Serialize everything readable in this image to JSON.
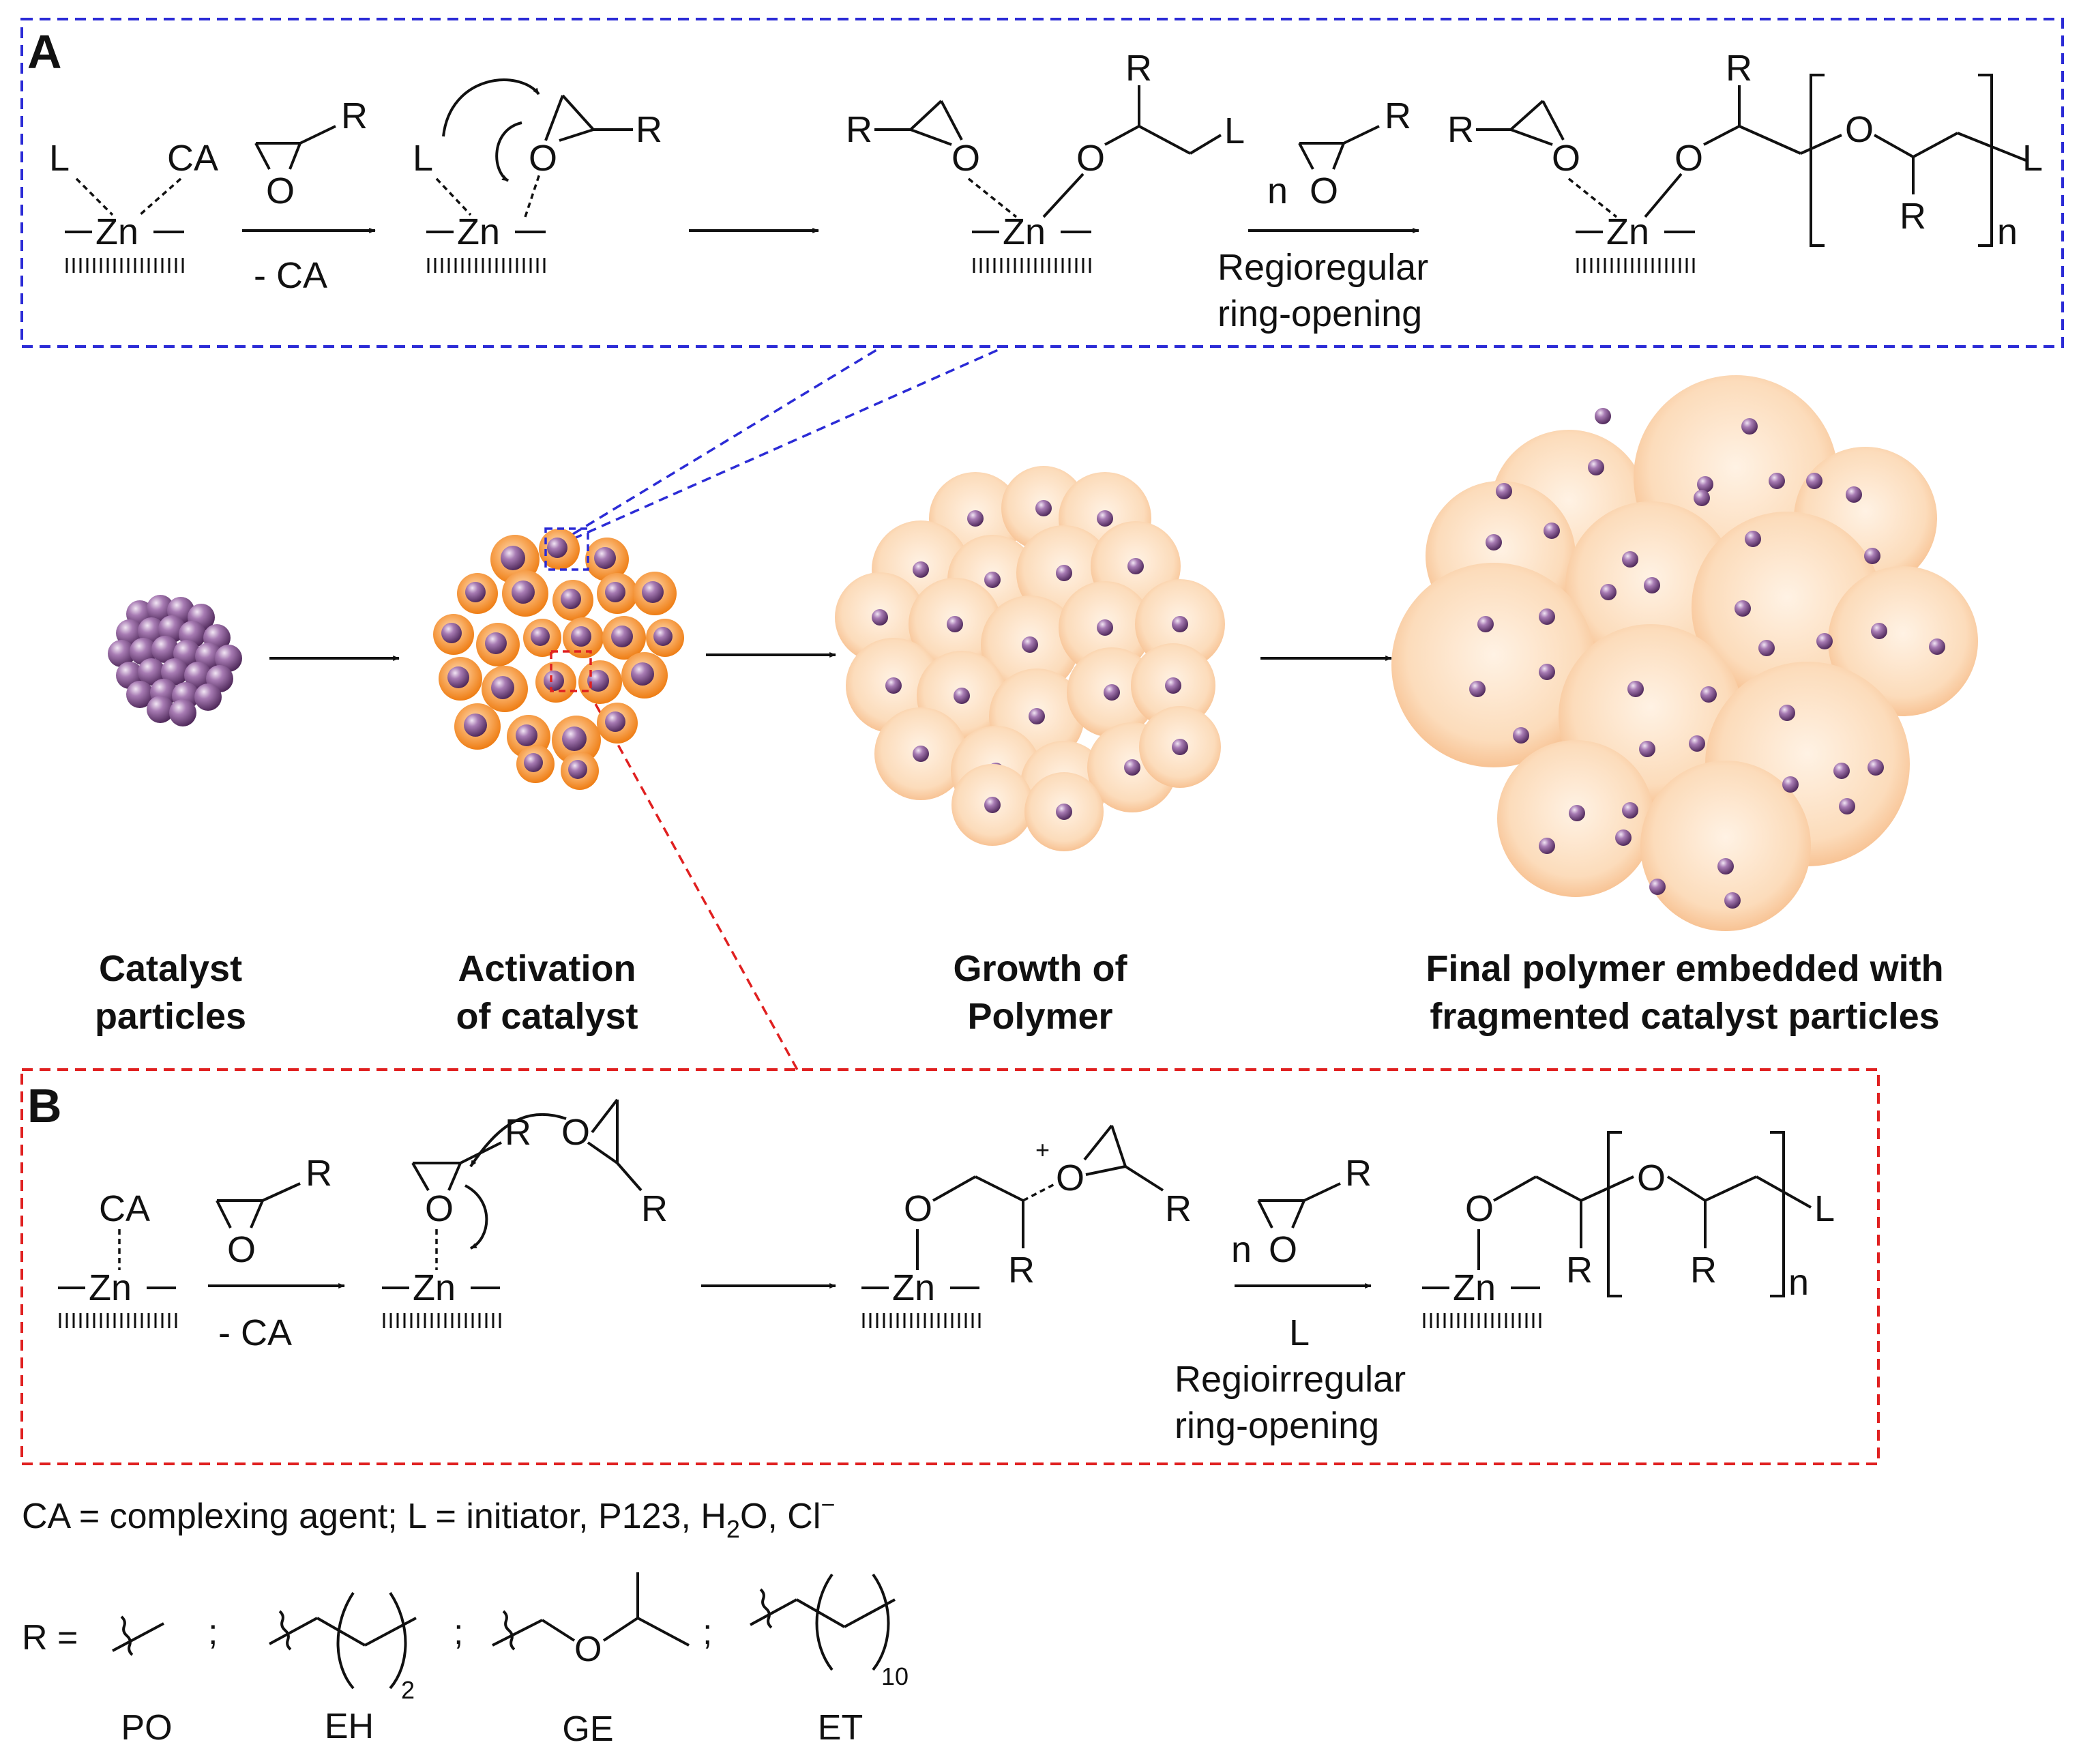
{
  "panels": {
    "a": "A",
    "b": "B"
  },
  "atoms": {
    "zn": "Zn",
    "o": "O",
    "r": "R",
    "l": "L",
    "ca": "CA",
    "n": "n",
    "plus": "+"
  },
  "scheme_a": {
    "arrow1_label": "- CA",
    "arrow3_label_line1": "Regioregular",
    "arrow3_label_line2": "ring-opening"
  },
  "scheme_b": {
    "arrow1_label": "- CA",
    "arrow3_label_l": "L",
    "arrow3_label_line1": "Regioirregular",
    "arrow3_label_line2": "ring-opening"
  },
  "stages": [
    {
      "line1": "Catalyst",
      "line2": "particles"
    },
    {
      "line1": "Activation",
      "line2": "of catalyst"
    },
    {
      "line1": "Growth of",
      "line2": "Polymer"
    },
    {
      "line1": "Final polymer embedded with",
      "line2": "fragmented catalyst particles"
    }
  ],
  "legend": {
    "ca_def_prefix": "CA = complexing agent; L = initiator, P123, H",
    "ca_def_sub": "2",
    "ca_def_mid": "O, Cl",
    "ca_def_sup": "−",
    "r_label": "R =",
    "separator": ";",
    "repeat_2": "2",
    "repeat_10": "10",
    "monomers": [
      "PO",
      "EH",
      "GE",
      "ET"
    ]
  },
  "colors": {
    "box_a": "#2b2bd6",
    "box_b": "#e02020",
    "catalyst": "#6a3a78",
    "activated_shell": "#f58a1f",
    "polymer": "#fbd0a6"
  }
}
